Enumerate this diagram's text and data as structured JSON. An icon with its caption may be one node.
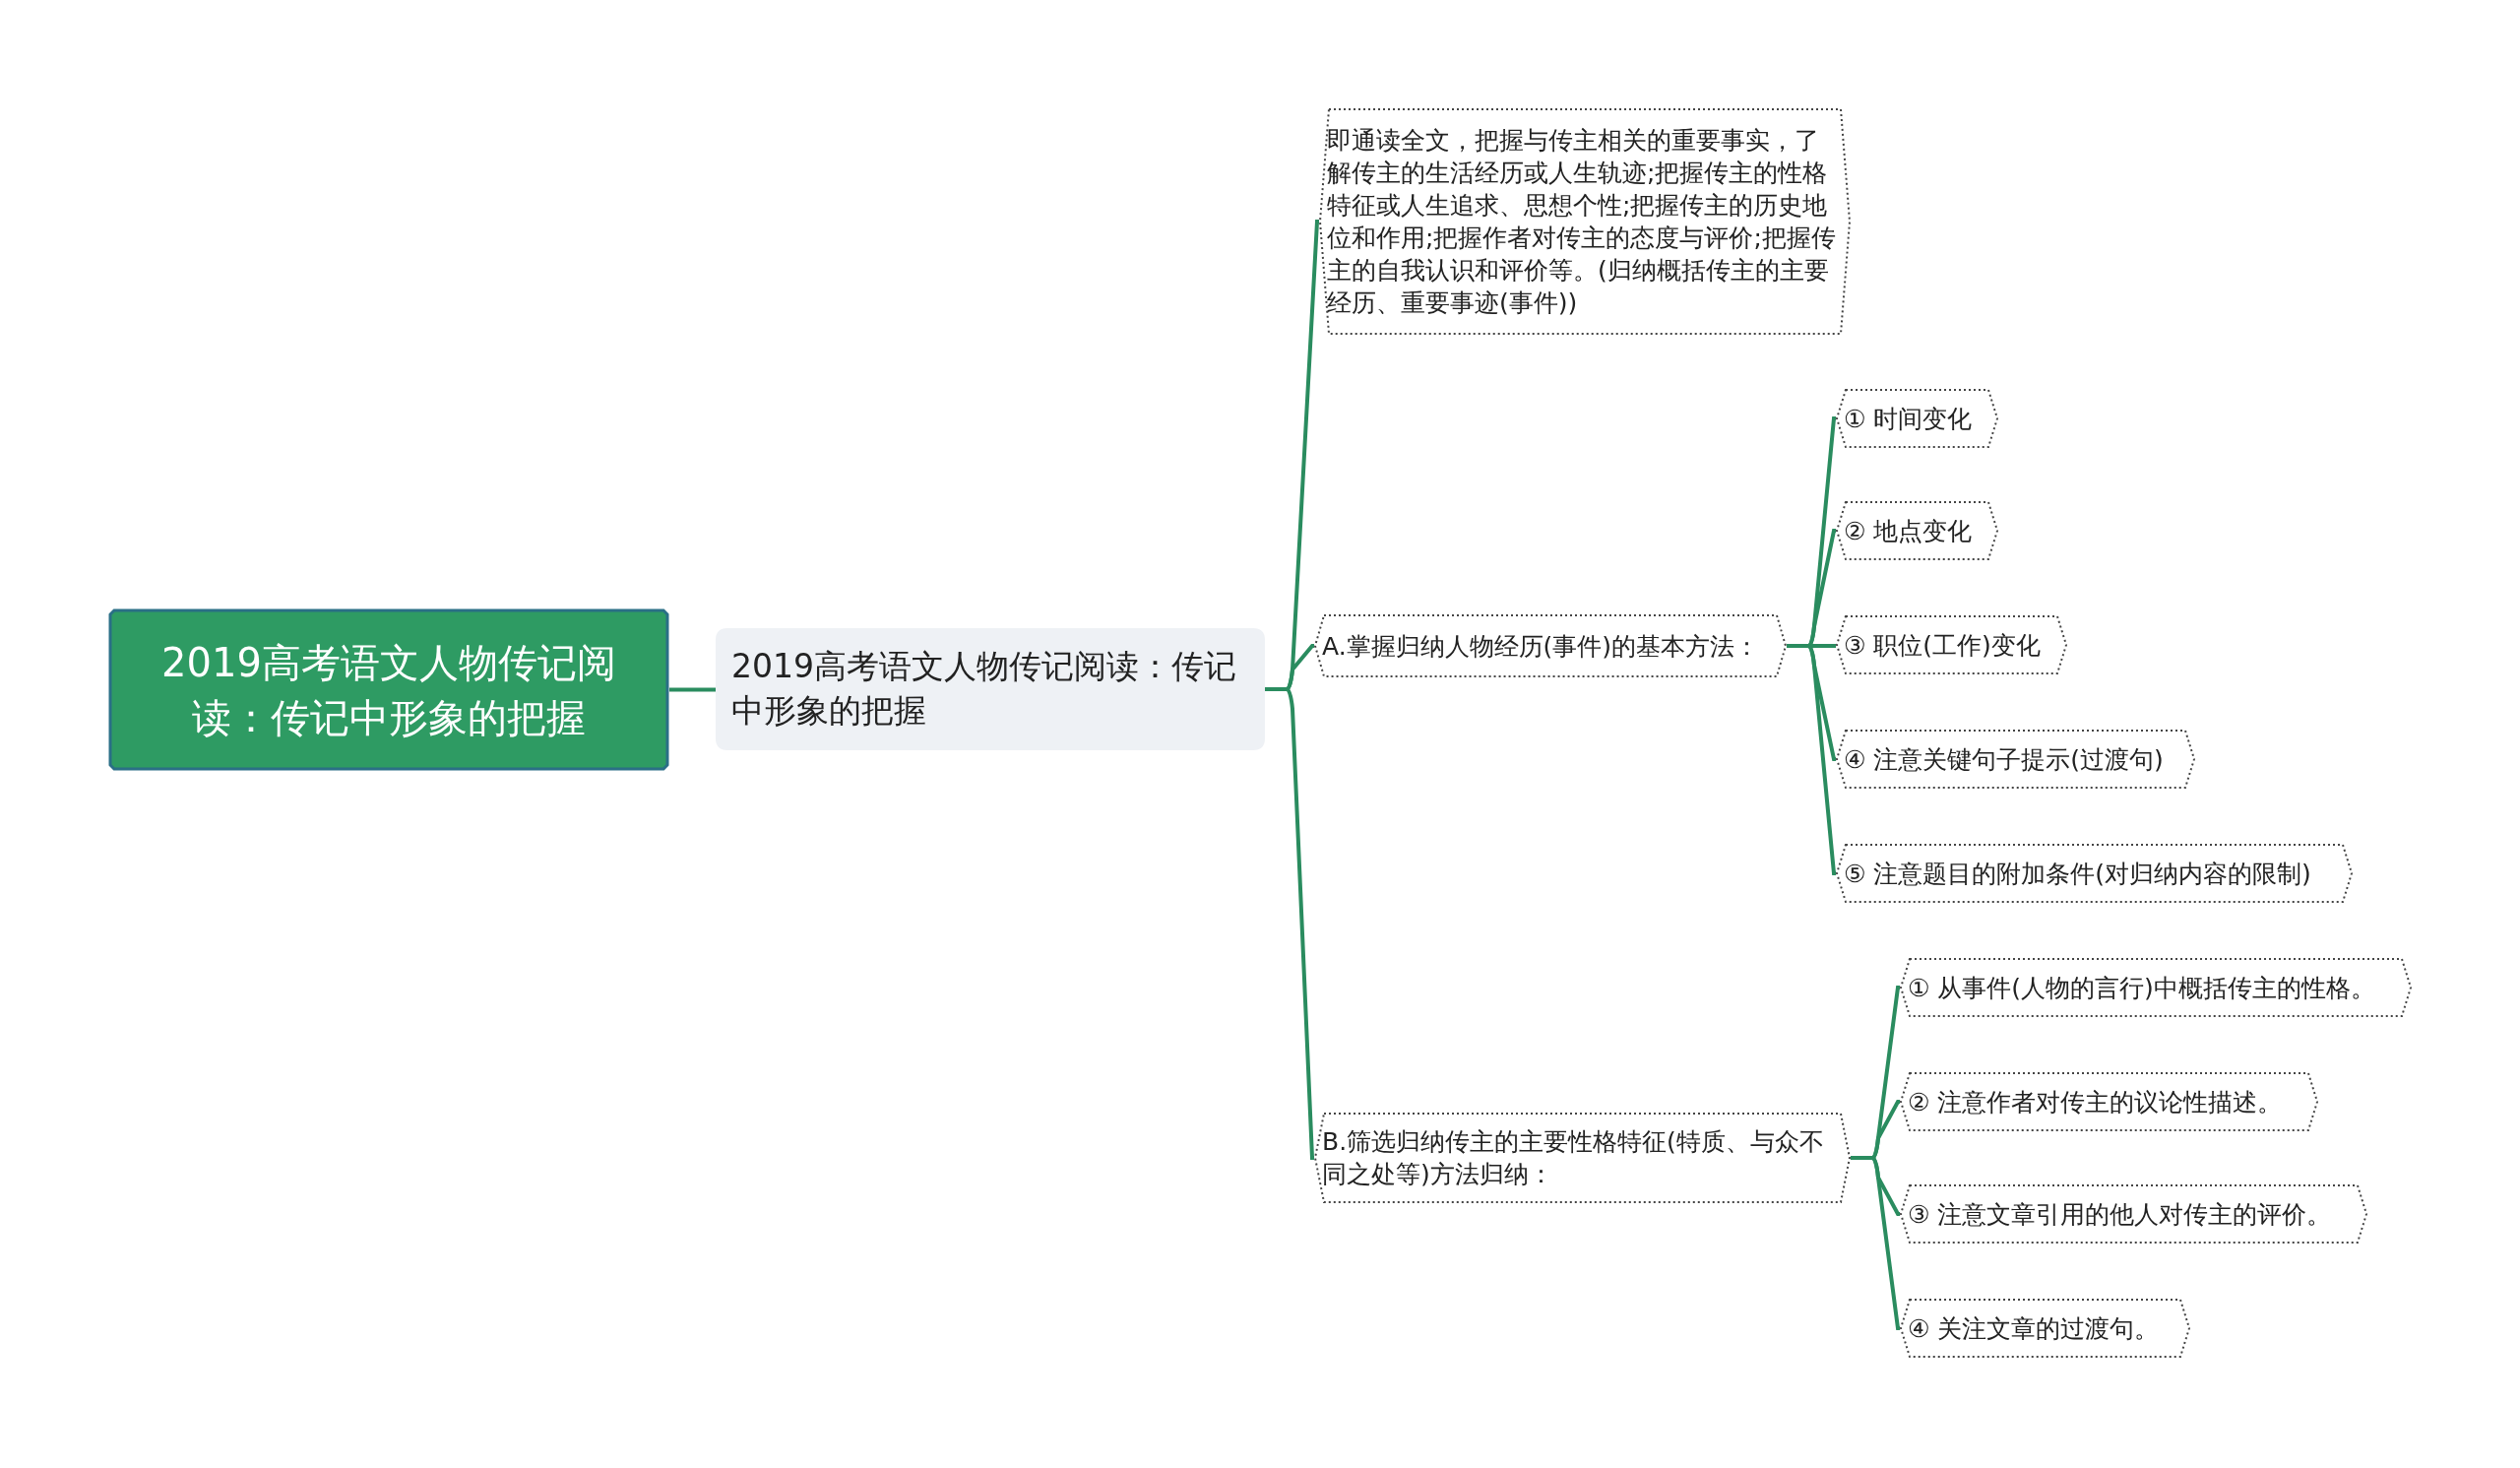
{
  "diagram": {
    "nodes": [
      {
        "text": [
          "2019高考语文人物传记阅读：传记中形象的把握"
        ]
      },
      {
        "text": [
          "2019高考语文人物传记阅读：传记中形象的把握"
        ]
      },
      {
        "text": [
          "即通读全文，把握与传主相关的重要事实，了解传主的生活经历或人生轨迹;把握传主的性格特征或人生追求、思想个性;把握传主的历史地位和作用;把握作者对传主的态度与评价;把握传主的自我认识和评价等。(归纳概括传主的主要经历、重要事迹(事件))"
        ]
      },
      {
        "text": [
          "A.掌握归纳人物经历(事件)的基本方法："
        ]
      },
      {
        "text": [
          "① 时间变化"
        ]
      },
      {
        "text": [
          "② 地点变化"
        ]
      },
      {
        "text": [
          "③ 职位(工作)变化"
        ]
      },
      {
        "text": [
          "④ 注意关键句子提示(过渡句)"
        ]
      },
      {
        "text": [
          "⑤ 注意题目的附加条件(对归纳内容的限制)"
        ]
      },
      {
        "text": [
          "B.筛选归纳传主的主要性格特征(特质、与众不同之处等)方法归纳："
        ]
      },
      {
        "text": [
          "① 从事件(人物的言行)中概括传主的性格。"
        ]
      },
      {
        "text": [
          "② 注意作者对传主的议论性描述。"
        ]
      },
      {
        "text": [
          "③ 注意文章引用的他人对传主的评价。"
        ]
      },
      {
        "text": [
          "④ 关注文章的过渡句。"
        ]
      }
    ],
    "edges": [
      {
        "from": 0,
        "to": 1,
        "arrow": "none"
      },
      {
        "from": 1,
        "to": 2,
        "arrow": "none"
      },
      {
        "from": 1,
        "to": 3,
        "arrow": "none"
      },
      {
        "from": 1,
        "to": 9,
        "arrow": "none"
      },
      {
        "from": 3,
        "to": 4,
        "arrow": "none"
      },
      {
        "from": 3,
        "to": 5,
        "arrow": "none"
      },
      {
        "from": 3,
        "to": 6,
        "arrow": "none"
      },
      {
        "from": 3,
        "to": 7,
        "arrow": "none"
      },
      {
        "from": 3,
        "to": 8,
        "arrow": "none"
      },
      {
        "from": 9,
        "to": 10,
        "arrow": "none"
      },
      {
        "from": 9,
        "to": 11,
        "arrow": "none"
      },
      {
        "from": 9,
        "to": 12,
        "arrow": "none"
      },
      {
        "from": 9,
        "to": 13,
        "arrow": "none"
      }
    ]
  }
}
